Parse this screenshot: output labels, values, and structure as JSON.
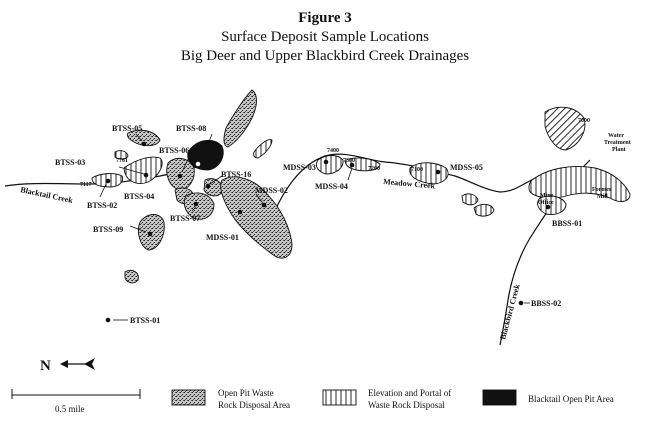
{
  "figure": {
    "title": "Figure 3",
    "subtitle": "Surface Deposit Sample Locations",
    "subtitle2": "Big Deer and Upper Blackbird Creek Drainages"
  },
  "samples": [
    {
      "id": "btss-05",
      "label": "BTSS-05"
    },
    {
      "id": "btss-03",
      "label": "BTSS-03"
    },
    {
      "id": "btss-04",
      "label": "BTSS-04"
    },
    {
      "id": "btss-02",
      "label": "BTSS-02"
    },
    {
      "id": "btss-06",
      "label": "BTSS-06"
    },
    {
      "id": "btss-08",
      "label": "BTSS-08"
    },
    {
      "id": "btss-16",
      "label": "BTSS-16"
    },
    {
      "id": "btss-07",
      "label": "BTSS-07"
    },
    {
      "id": "btss-09",
      "label": "BTSS-09"
    },
    {
      "id": "btss-01",
      "label": "BTSS-01"
    },
    {
      "id": "mdss-02",
      "label": "MDSS-02"
    },
    {
      "id": "mdss-01",
      "label": "MDSS-01"
    },
    {
      "id": "mdss-03",
      "label": "MDSS-03"
    },
    {
      "id": "mdss-04",
      "label": "MDSS-04"
    },
    {
      "id": "mdss-05",
      "label": "MDSS-05"
    },
    {
      "id": "bbss-01",
      "label": "BBSS-01"
    },
    {
      "id": "bbss-02",
      "label": "BBSS-02"
    }
  ],
  "elevations": {
    "e7761": "7761",
    "e7117": "7117",
    "e7400": "7400",
    "e7300": "7300",
    "e7200": "7200",
    "e7100": "7100",
    "e7000": "7000"
  },
  "features": {
    "blacktail_creek": "Blacktail Creek",
    "meadow_creek": "Meadow Creek",
    "blackbird_creek": "Blackbird Creek",
    "mine_office_1": "Mine",
    "mine_office_2": "Office",
    "former_mill_1": "Former",
    "former_mill_2": "Mill",
    "wtp_1": "Water",
    "wtp_2": "Treatment",
    "wtp_3": "Plant"
  },
  "north_arrow": {
    "label": "N"
  },
  "scale_bar": {
    "label": "0.5 mile"
  },
  "legend": {
    "open_pit_waste_1": "Open Pit Waste",
    "open_pit_waste_2": "Rock Disposal Area",
    "elevation_portal_1": "Elevation and Portal of",
    "elevation_portal_2": "Waste Rock Disposal",
    "blacktail_pit": "Blacktail Open Pit Area"
  },
  "colors": {
    "ink": "#111111",
    "stipple_bg": "#bdbdbd",
    "pit_fill": "#111111"
  }
}
